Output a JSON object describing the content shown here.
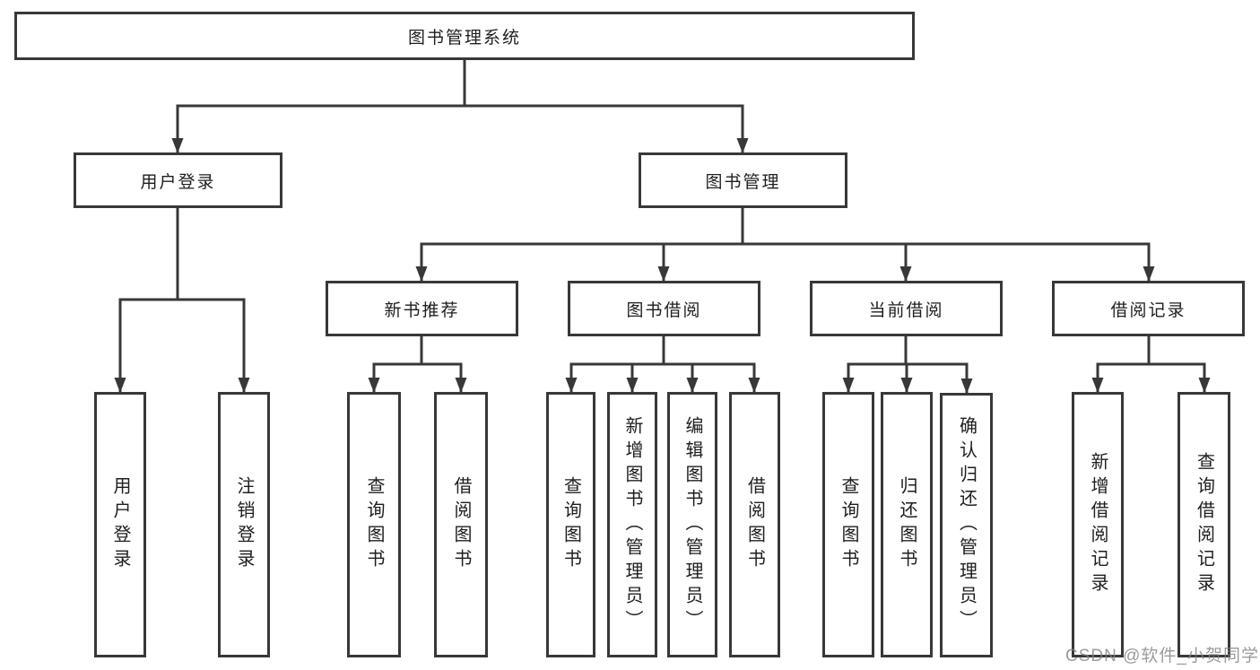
{
  "diagram_type": "hierarchy-tree",
  "colors": {
    "line": "#383838",
    "box_border": "#383838",
    "text": "#1e1e1e",
    "background": "#ffffff",
    "watermark": "#828286"
  },
  "tree": {
    "root": {
      "label": "图书管理系统",
      "children": [
        {
          "label": "用户登录",
          "children": [
            {
              "label": "用户登录"
            },
            {
              "label": "注销登录"
            }
          ]
        },
        {
          "label": "图书管理",
          "children": [
            {
              "label": "新书推荐",
              "children": [
                {
                  "label": "查询图书"
                },
                {
                  "label": "借阅图书"
                }
              ]
            },
            {
              "label": "图书借阅",
              "children": [
                {
                  "label": "查询图书"
                },
                {
                  "label": "新增图书（管理员）"
                },
                {
                  "label": "编辑图书（管理员）"
                },
                {
                  "label": "借阅图书"
                }
              ]
            },
            {
              "label": "当前借阅",
              "children": [
                {
                  "label": "查询图书"
                },
                {
                  "label": "归还图书"
                },
                {
                  "label": "确认归还（管理员）"
                }
              ]
            },
            {
              "label": "借阅记录",
              "children": [
                {
                  "label": "新增借阅记录"
                },
                {
                  "label": "查询借阅记录"
                }
              ]
            }
          ]
        }
      ]
    }
  },
  "watermark": {
    "text": "CSDN @软件_小贺同学"
  }
}
